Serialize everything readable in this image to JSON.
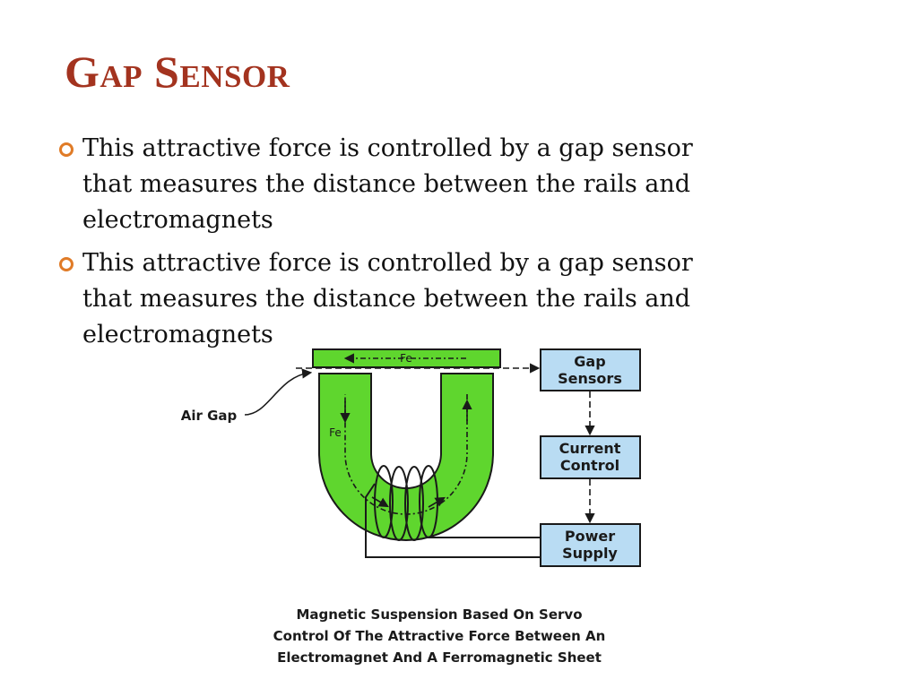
{
  "slide": {
    "title": "Gap Sensor",
    "bullets": [
      {
        "line1": "This attractive force is controlled by a gap sensor",
        "line2": "that measures the distance between the rails and",
        "line3": "electromagnets"
      },
      {
        "line1": "This attractive force is controlled by a gap sensor",
        "line2": "that measures the distance between the rails and",
        "line3": "electromagnets"
      }
    ],
    "bullet_color": "#e07b27",
    "title_color": "#a3331f"
  },
  "diagram": {
    "labels": {
      "fe_top": "Fe",
      "fe_left": "Fe",
      "air_gap": "Air Gap"
    },
    "boxes": {
      "gap_sensors_line1": "Gap",
      "gap_sensors_line2": "Sensors",
      "current_control_line1": "Current",
      "current_control_line2": "Control",
      "power_supply_line1": "Power",
      "power_supply_line2": "Supply"
    },
    "caption": {
      "line1": "Magnetic Suspension Based On Servo",
      "line2": "Control Of The Attractive Force Between An",
      "line3": "Electromagnet And A Ferromagnetic Sheet"
    },
    "colors": {
      "magnet_green": "#5fd62e",
      "box_blue": "#b9dcf3",
      "stroke": "#1a1a1a"
    }
  }
}
